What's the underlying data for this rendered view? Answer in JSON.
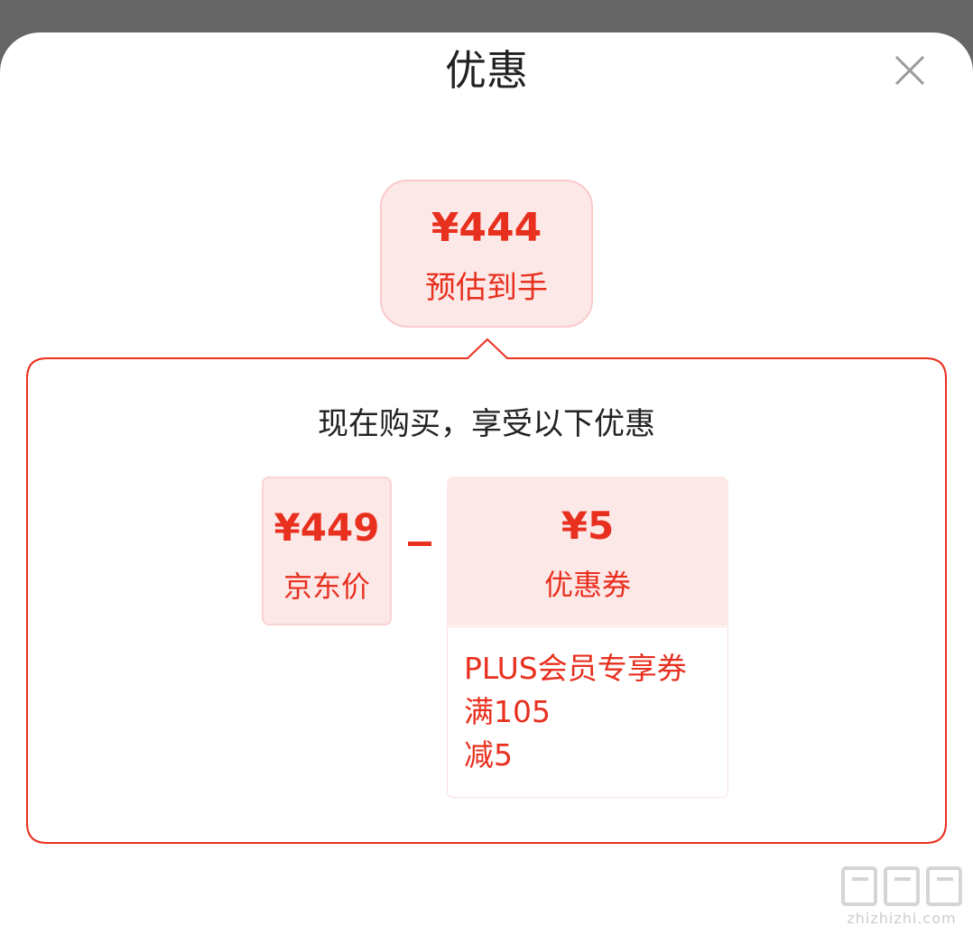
{
  "header": {
    "title": "优惠",
    "close_icon": "close-icon"
  },
  "estimate": {
    "price": "¥444",
    "label": "预估到手"
  },
  "panel": {
    "heading": "现在购买，享受以下优惠",
    "jd_price": {
      "price": "¥449",
      "label": "京东价"
    },
    "operator": "−",
    "coupon": {
      "price": "¥5",
      "label": "优惠券",
      "detail_lines": [
        "PLUS会员专享券",
        "满105",
        "减5"
      ]
    }
  },
  "watermark": {
    "text": "zhizhizhi.com"
  },
  "colors": {
    "accent": "#e8301f",
    "pink_bg": "#fde8e8",
    "backdrop": "#666666"
  }
}
